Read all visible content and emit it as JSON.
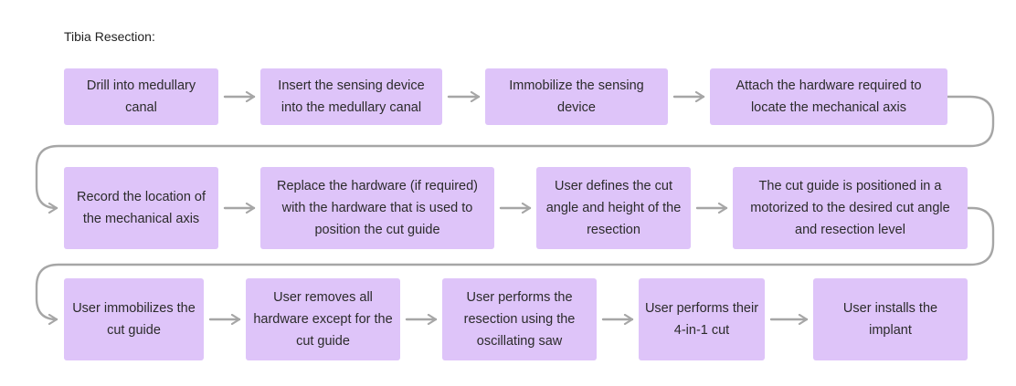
{
  "title": "Tibia Resection:",
  "colors": {
    "box_fill": "#dec4f9",
    "arrow": "#a6a6a6",
    "text": "#2b2b2b"
  },
  "steps": [
    {
      "label": "Drill into medullary canal"
    },
    {
      "label": "Insert the sensing device into the medullary canal"
    },
    {
      "label": "Immobilize the sensing device"
    },
    {
      "label": "Attach the hardware required to locate the mechanical axis"
    },
    {
      "label": "Record the location of the mechanical axis"
    },
    {
      "label": "Replace the hardware (if required) with the hardware that is used to position the cut guide"
    },
    {
      "label": "User defines the cut angle and height of the resection"
    },
    {
      "label": "The cut guide is positioned in a motorized to the desired cut angle and resection level"
    },
    {
      "label": "User immobilizes the cut guide"
    },
    {
      "label": "User removes all hardware except for the cut guide"
    },
    {
      "label": "User performs the resection using the oscillating saw"
    },
    {
      "label": "User performs their 4-in-1 cut"
    },
    {
      "label": "User installs the implant"
    }
  ]
}
